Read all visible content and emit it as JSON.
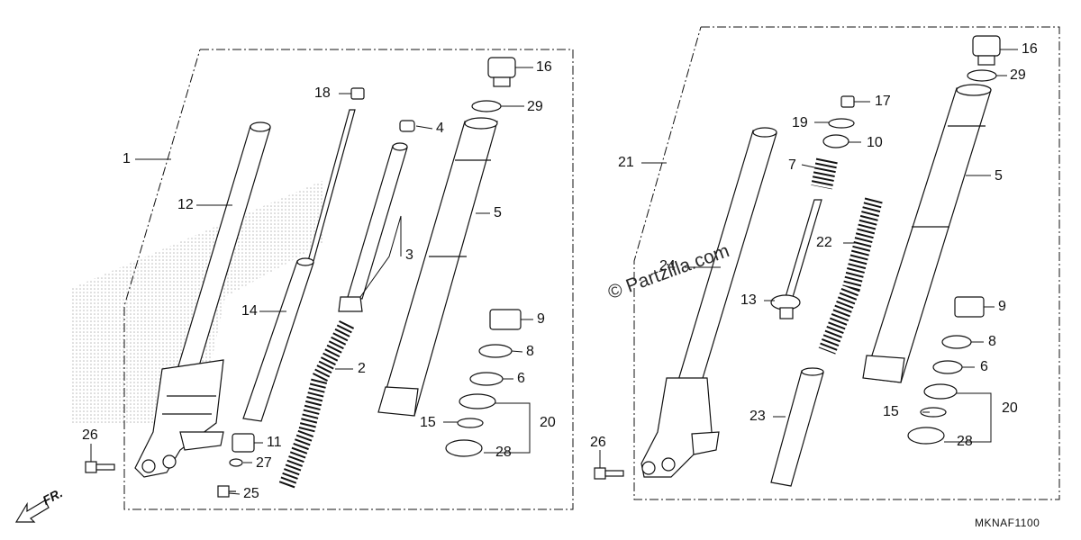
{
  "diagram": {
    "code": "MKNAF1100",
    "watermark": "© Partzilla.com",
    "direction_label": "FR.",
    "left_callouts": [
      "1",
      "12",
      "14",
      "18",
      "4",
      "3",
      "5",
      "16",
      "29",
      "2",
      "9",
      "8",
      "6",
      "15",
      "20",
      "28",
      "11",
      "27",
      "25",
      "26"
    ],
    "right_callouts": [
      "21",
      "24",
      "17",
      "19",
      "10",
      "7",
      "22",
      "13",
      "23",
      "16",
      "29",
      "5",
      "9",
      "8",
      "6",
      "15",
      "20",
      "28",
      "26"
    ]
  },
  "colors": {
    "line": "#111111",
    "halftone": "#bbbbbb"
  }
}
